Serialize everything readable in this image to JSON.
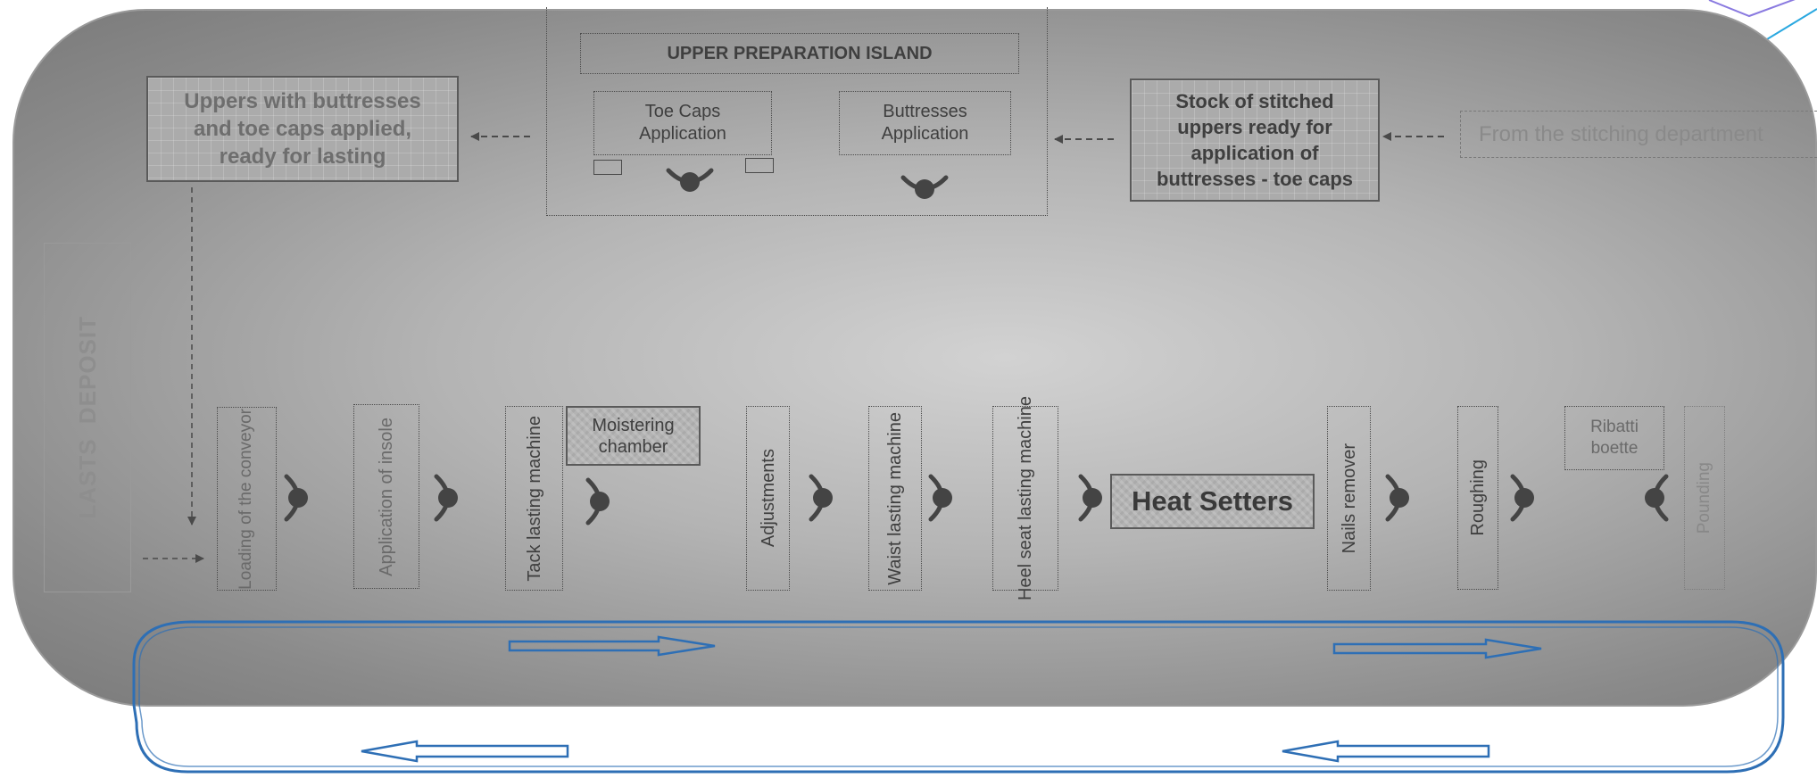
{
  "upper_island": {
    "title": "UPPER PREPARATION ISLAND",
    "toe_caps": "Toe Caps Application",
    "buttresses": "Buttresses Application"
  },
  "uppers_ready": "Uppers with buttresses and toe caps applied, ready for lasting",
  "stock_stitched": "Stock of stitched uppers ready for application of buttresses - toe caps",
  "from_stitching": "From the stitching department",
  "lasts_deposit": "LASTS DEPOSIT",
  "stations": {
    "loading": "Loading of the conveyor",
    "insole": "Application of insole",
    "tack_lasting": "Tack lasting machine",
    "moistening": "Moistering chamber",
    "adjustments": "Adjustments",
    "waist_lasting": "Waist lasting machine",
    "heel_seat": "Heel seat lasting machine",
    "heat_setters": "Heat Setters",
    "nails_remover": "Nails remover",
    "roughing": "Roughing",
    "ribatti": "Ribatti boette",
    "pounding": "Pounding"
  },
  "colors": {
    "conveyor_blue": "#2e6fb5",
    "panel_grey": "#b4b4b4",
    "dark_text": "#3f3f3f"
  },
  "icons": [
    "operator-icon",
    "dashed-arrow-left-icon",
    "dashed-arrow-down-icon",
    "dashed-arrow-right-icon",
    "conveyor-arrow-right-icon",
    "conveyor-arrow-left-icon",
    "corner-decoration-icon"
  ]
}
